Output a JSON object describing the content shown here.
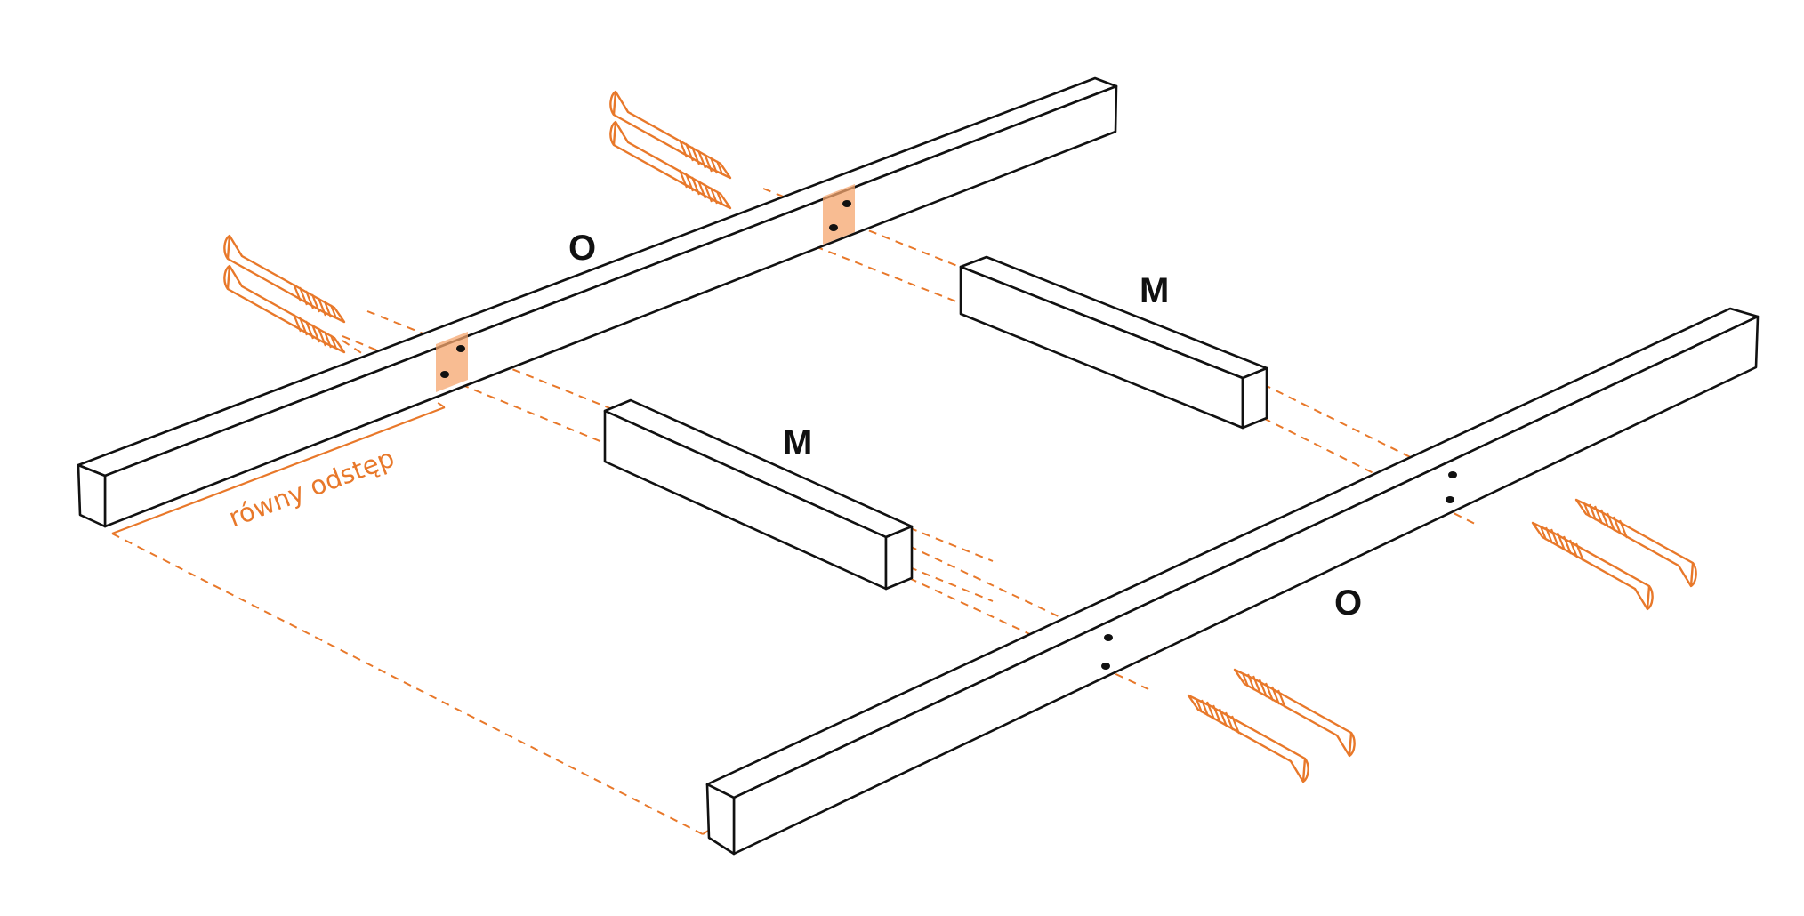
{
  "colors": {
    "accent": "#e8782a",
    "pad": "#f5a66d",
    "line": "#111111",
    "background": "#ffffff"
  },
  "labels": {
    "long_beam_top": "O",
    "long_beam_bottom": "O",
    "short_beam_back": "M",
    "short_beam_front": "M",
    "spacing": "równy odstęp"
  },
  "icons": [
    "screw-icon"
  ]
}
